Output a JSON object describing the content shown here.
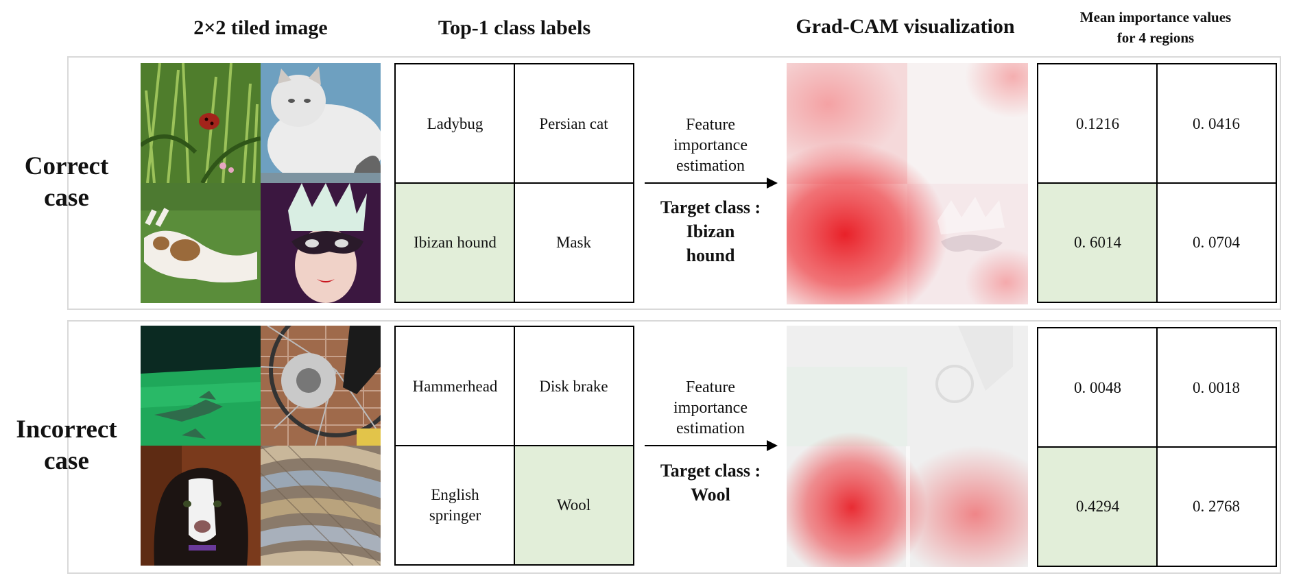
{
  "headers": {
    "tiled": "2×2 tiled image",
    "labels": "Top-1 class labels",
    "gradcam": "Grad-CAM visualization",
    "mean_line1": "Mean importance values",
    "mean_line2": "for 4 regions"
  },
  "rows": [
    {
      "case_line1": "Correct",
      "case_line2": "case",
      "labels": [
        "Ladybug",
        "Persian cat",
        "Ibizan hound",
        "Mask"
      ],
      "highlight_index": 2,
      "fie": [
        "Feature",
        "importance",
        "estimation"
      ],
      "target_title": "Target class :",
      "target_lines": [
        "Ibizan",
        "hound"
      ],
      "values": [
        "0.1216",
        "0. 0416",
        "0. 6014",
        "0. 0704"
      ],
      "tile_icons": [
        "ladybug-photo",
        "persian-cat-photo",
        "ibizan-hound-photo",
        "mask-woman-photo"
      ]
    },
    {
      "case_line1": "Incorrect",
      "case_line2": "case",
      "labels": [
        "Hammerhead",
        "Disk brake",
        "English springer",
        "Wool"
      ],
      "highlight_index": 3,
      "fie": [
        "Feature",
        "importance",
        "estimation"
      ],
      "target_title": "Target class :",
      "target_lines": [
        "Wool"
      ],
      "values": [
        "0. 0048",
        "0. 0018",
        "0.4294",
        "0. 2768"
      ],
      "tile_icons": [
        "hammerhead-shark-photo",
        "disk-brake-photo",
        "english-springer-photo",
        "wool-photo"
      ]
    }
  ],
  "colors": {
    "highlight": "#e2eed9",
    "heat": "#e8161e",
    "frame": "#d9d9d9"
  }
}
